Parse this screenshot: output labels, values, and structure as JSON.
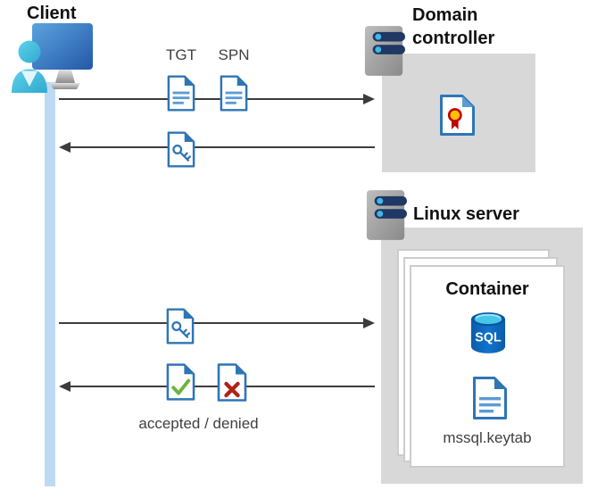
{
  "diagram": {
    "client": {
      "label": "Client"
    },
    "requests": {
      "tgt": "TGT",
      "spn": "SPN"
    },
    "domain_controller": {
      "label": "Domain controller"
    },
    "linux_server": {
      "label": "Linux server"
    },
    "container": {
      "label": "Container",
      "sql": "SQL",
      "keytab": "mssql.keytab"
    },
    "result": {
      "label": "accepted / denied"
    }
  },
  "icons": {
    "client": "person-monitor-icon",
    "server": "server-icon",
    "ticket_document": "document-icon",
    "key_document": "key-document-icon",
    "certificate": "certificate-document-icon",
    "accepted": "accepted-check-document-icon",
    "denied": "denied-cross-document-icon",
    "sql": "sql-database-icon"
  },
  "colors": {
    "doc_border_blue": "#2E75B6",
    "doc_line_blue": "#5B9BD5",
    "monitor_blue": "#2B62B4",
    "person_cyan": "#3BC0DD",
    "timeline_blue": "#BED9F4",
    "zone_gray": "#D8D8D8",
    "arrow_gray": "#3C3C3C",
    "check_green": "#6DB33F",
    "cross_red": "#B02318",
    "ribbon_yellow": "#FFC000",
    "ribbon_red": "#C00000",
    "sql_body_blue": "#0C63B4",
    "sql_top_cyan": "#45C8E8",
    "server_bar_navy": "#1F3864",
    "server_dot_cyan": "#41B8E8"
  }
}
